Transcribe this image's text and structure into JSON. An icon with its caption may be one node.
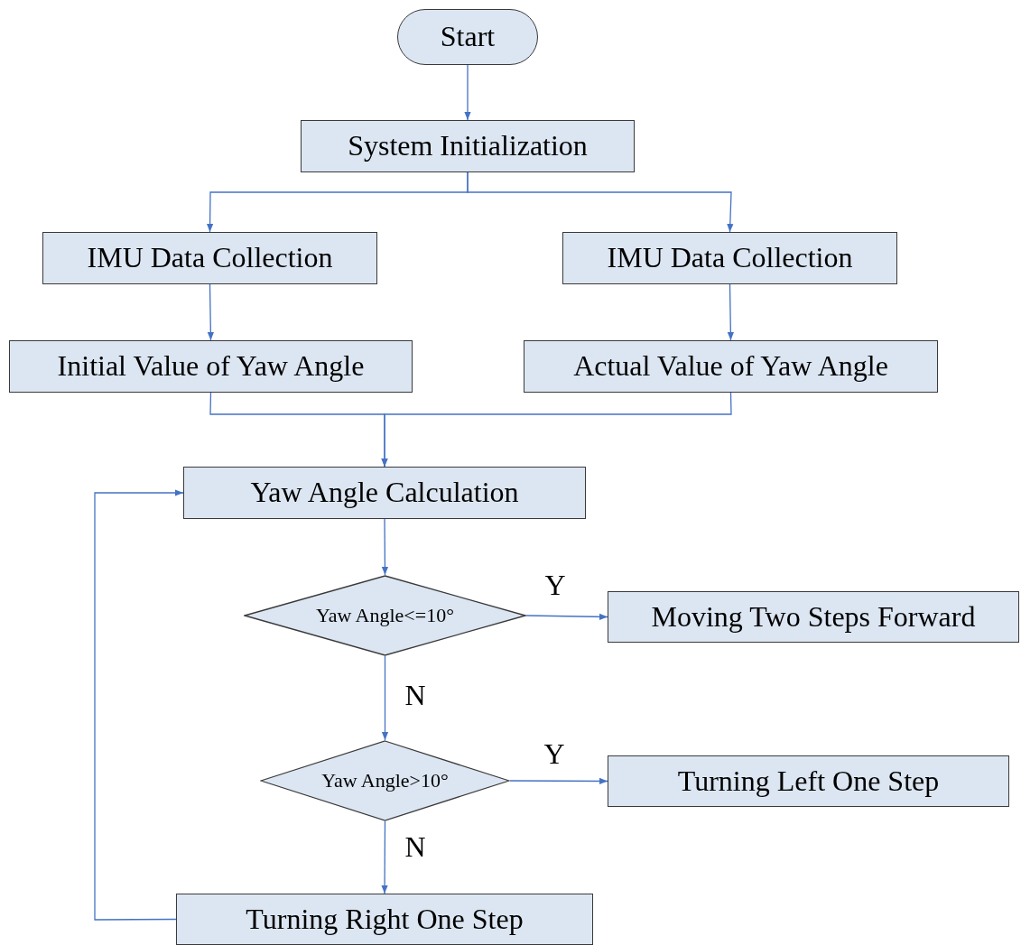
{
  "diagram": {
    "nodes": [
      {
        "text": [
          "Start"
        ]
      },
      {
        "text": [
          "System Initialization"
        ]
      },
      {
        "text": [
          "IMU Data Collection"
        ]
      },
      {
        "text": [
          "IMU Data Collection"
        ]
      },
      {
        "text": [
          "Initial Value of Yaw Angle"
        ]
      },
      {
        "text": [
          "Actual Value of Yaw Angle"
        ]
      },
      {
        "text": [
          "Yaw Angle Calculation"
        ]
      },
      {
        "text": [
          "Yaw Angle<=10°"
        ]
      },
      {
        "text": [
          "Moving Two Steps Forward"
        ]
      },
      {
        "text": [
          "Yaw Angle>10°"
        ]
      },
      {
        "text": [
          "Turning Left One Step"
        ]
      },
      {
        "text": [
          "Turning Right One Step"
        ]
      }
    ],
    "edges": [
      {
        "from": 0,
        "to": 1,
        "arrow": "to"
      },
      {
        "from": 1,
        "to": 2,
        "arrow": "to"
      },
      {
        "from": 1,
        "to": 3,
        "arrow": "to"
      },
      {
        "from": 2,
        "to": 4,
        "arrow": "to"
      },
      {
        "from": 3,
        "to": 5,
        "arrow": "to"
      },
      {
        "from": 4,
        "to": 6,
        "arrow": "to"
      },
      {
        "from": 5,
        "to": 6,
        "arrow": "to"
      },
      {
        "from": 6,
        "to": 7,
        "arrow": "to"
      },
      {
        "from": 7,
        "to": 8,
        "arrow": "to",
        "label": "Y"
      },
      {
        "from": 7,
        "to": 9,
        "arrow": "to",
        "label": "N"
      },
      {
        "from": 9,
        "to": 10,
        "arrow": "to",
        "label": "Y"
      },
      {
        "from": 9,
        "to": 11,
        "arrow": "to",
        "label": "N"
      },
      {
        "from": 11,
        "to": 6,
        "arrow": "to"
      }
    ]
  }
}
